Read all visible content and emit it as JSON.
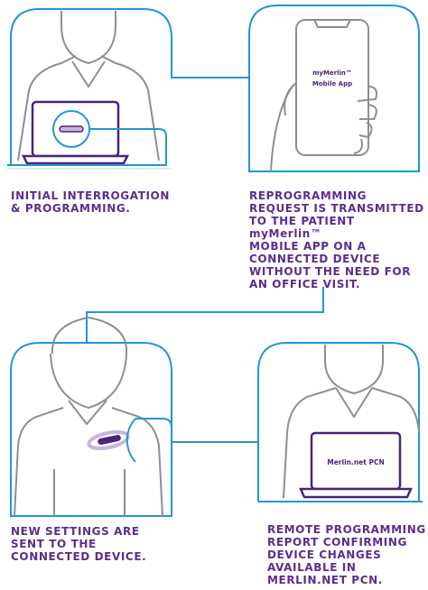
{
  "colors": {
    "caption": "#5b2d8e",
    "connector": "#2196d6",
    "outline": "#8a8f96",
    "device": "#4a2479",
    "wand": "#c9b4e0"
  },
  "steps": [
    {
      "caption_lines": [
        "INITIAL INTERROGATION",
        "& PROGRAMMING."
      ],
      "icon": "laptop-wand-icon"
    },
    {
      "caption_lines": [
        "REPROGRAMMING",
        "REQUEST IS TRANSMITTED",
        "TO THE PATIENT myMerlin™",
        "MOBILE APP ON A",
        "CONNECTED DEVICE",
        "WITHOUT THE NEED FOR",
        "AN OFFICE VISIT."
      ],
      "icon": "phone-icon"
    },
    {
      "caption_lines": [
        "NEW SETTINGS ARE",
        "SENT TO THE",
        "CONNECTED DEVICE."
      ],
      "icon": "implant-icon"
    },
    {
      "caption_lines": [
        "REMOTE PROGRAMMING",
        "REPORT CONFIRMING",
        "DEVICE CHANGES",
        "AVAILABLE IN",
        "MERLIN.NET PCN."
      ],
      "icon": "laptop-icon"
    }
  ],
  "phone_screen": {
    "line1": "myMerlin™",
    "line2": "Mobile App"
  },
  "laptop_screen": {
    "label": "Merlin.net PCN"
  }
}
